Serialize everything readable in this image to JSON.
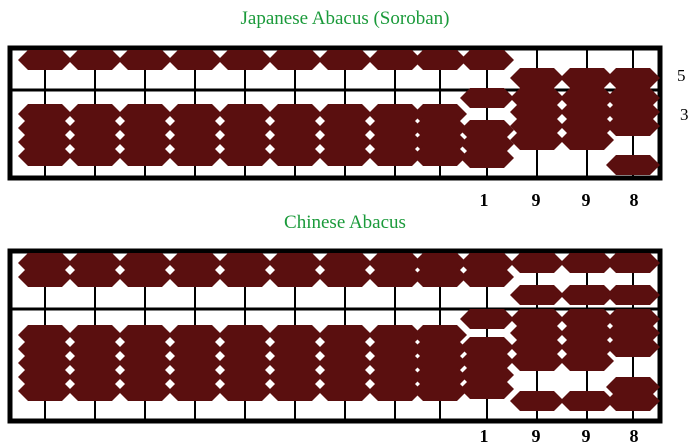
{
  "colors": {
    "title": "#1a9a3a",
    "bead": "#5a0f0f",
    "frame": "#000000",
    "background": "#ffffff"
  },
  "abaci": [
    {
      "id": "soroban",
      "title": "Japanese Abacus (Soroban)",
      "upper_beads": 1,
      "lower_beads": 4,
      "rods": 13,
      "value_digits": [
        "1",
        "9",
        "9",
        "8"
      ],
      "side_labels": [
        "5",
        "3"
      ]
    },
    {
      "id": "chinese",
      "title": "Chinese Abacus",
      "upper_beads": 2,
      "lower_beads": 5,
      "rods": 13,
      "value_digits": [
        "1",
        "9",
        "9",
        "8"
      ],
      "side_labels": []
    }
  ]
}
